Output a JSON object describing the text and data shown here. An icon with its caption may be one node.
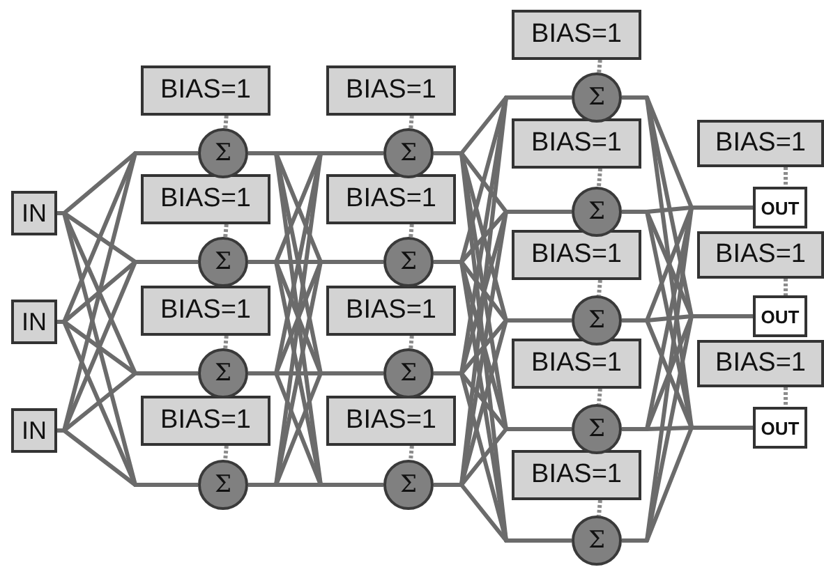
{
  "diagram": {
    "nodes": [
      {
        "text": [
          "IN"
        ]
      },
      {
        "text": [
          "IN"
        ]
      },
      {
        "text": [
          "IN"
        ]
      },
      {
        "text": [
          "BIAS=1"
        ]
      },
      {
        "text": [
          "BIAS=1"
        ]
      },
      {
        "text": [
          "BIAS=1"
        ]
      },
      {
        "text": [
          "BIAS=1"
        ]
      },
      {
        "text": [
          "Σ"
        ]
      },
      {
        "text": [
          "Σ"
        ]
      },
      {
        "text": [
          "Σ"
        ]
      },
      {
        "text": [
          "Σ"
        ]
      },
      {
        "text": [
          "BIAS=1"
        ]
      },
      {
        "text": [
          "BIAS=1"
        ]
      },
      {
        "text": [
          "BIAS=1"
        ]
      },
      {
        "text": [
          "BIAS=1"
        ]
      },
      {
        "text": [
          "Σ"
        ]
      },
      {
        "text": [
          "Σ"
        ]
      },
      {
        "text": [
          "Σ"
        ]
      },
      {
        "text": [
          "Σ"
        ]
      },
      {
        "text": [
          "BIAS=1"
        ]
      },
      {
        "text": [
          "BIAS=1"
        ]
      },
      {
        "text": [
          "BIAS=1"
        ]
      },
      {
        "text": [
          "BIAS=1"
        ]
      },
      {
        "text": [
          "BIAS=1"
        ]
      },
      {
        "text": [
          "Σ"
        ]
      },
      {
        "text": [
          "Σ"
        ]
      },
      {
        "text": [
          "Σ"
        ]
      },
      {
        "text": [
          "Σ"
        ]
      },
      {
        "text": [
          "Σ"
        ]
      },
      {
        "text": [
          "BIAS=1"
        ]
      },
      {
        "text": [
          "BIAS=1"
        ]
      },
      {
        "text": [
          "BIAS=1"
        ]
      },
      {
        "text": [
          "OUT"
        ]
      },
      {
        "text": [
          "OUT"
        ]
      },
      {
        "text": [
          "OUT"
        ]
      }
    ],
    "edges": [
      {
        "from": 0,
        "to": 7,
        "arrow": "none"
      },
      {
        "from": 0,
        "to": 8,
        "arrow": "none"
      },
      {
        "from": 0,
        "to": 9,
        "arrow": "none"
      },
      {
        "from": 0,
        "to": 10,
        "arrow": "none"
      },
      {
        "from": 1,
        "to": 7,
        "arrow": "none"
      },
      {
        "from": 1,
        "to": 8,
        "arrow": "none"
      },
      {
        "from": 1,
        "to": 9,
        "arrow": "none"
      },
      {
        "from": 1,
        "to": 10,
        "arrow": "none"
      },
      {
        "from": 2,
        "to": 7,
        "arrow": "none"
      },
      {
        "from": 2,
        "to": 8,
        "arrow": "none"
      },
      {
        "from": 2,
        "to": 9,
        "arrow": "none"
      },
      {
        "from": 2,
        "to": 10,
        "arrow": "none"
      },
      {
        "from": 3,
        "to": 7,
        "arrow": "none",
        "style": "dashed"
      },
      {
        "from": 4,
        "to": 8,
        "arrow": "none",
        "style": "dashed"
      },
      {
        "from": 5,
        "to": 9,
        "arrow": "none",
        "style": "dashed"
      },
      {
        "from": 6,
        "to": 10,
        "arrow": "none",
        "style": "dashed"
      },
      {
        "from": 7,
        "to": 15,
        "arrow": "none"
      },
      {
        "from": 7,
        "to": 16,
        "arrow": "none"
      },
      {
        "from": 7,
        "to": 17,
        "arrow": "none"
      },
      {
        "from": 7,
        "to": 18,
        "arrow": "none"
      },
      {
        "from": 8,
        "to": 15,
        "arrow": "none"
      },
      {
        "from": 8,
        "to": 16,
        "arrow": "none"
      },
      {
        "from": 8,
        "to": 17,
        "arrow": "none"
      },
      {
        "from": 8,
        "to": 18,
        "arrow": "none"
      },
      {
        "from": 9,
        "to": 15,
        "arrow": "none"
      },
      {
        "from": 9,
        "to": 16,
        "arrow": "none"
      },
      {
        "from": 9,
        "to": 17,
        "arrow": "none"
      },
      {
        "from": 9,
        "to": 18,
        "arrow": "none"
      },
      {
        "from": 10,
        "to": 15,
        "arrow": "none"
      },
      {
        "from": 10,
        "to": 16,
        "arrow": "none"
      },
      {
        "from": 10,
        "to": 17,
        "arrow": "none"
      },
      {
        "from": 10,
        "to": 18,
        "arrow": "none"
      },
      {
        "from": 11,
        "to": 15,
        "arrow": "none",
        "style": "dashed"
      },
      {
        "from": 12,
        "to": 16,
        "arrow": "none",
        "style": "dashed"
      },
      {
        "from": 13,
        "to": 17,
        "arrow": "none",
        "style": "dashed"
      },
      {
        "from": 14,
        "to": 18,
        "arrow": "none",
        "style": "dashed"
      },
      {
        "from": 15,
        "to": 24,
        "arrow": "none"
      },
      {
        "from": 15,
        "to": 25,
        "arrow": "none"
      },
      {
        "from": 15,
        "to": 26,
        "arrow": "none"
      },
      {
        "from": 15,
        "to": 27,
        "arrow": "none"
      },
      {
        "from": 15,
        "to": 28,
        "arrow": "none"
      },
      {
        "from": 16,
        "to": 24,
        "arrow": "none"
      },
      {
        "from": 16,
        "to": 25,
        "arrow": "none"
      },
      {
        "from": 16,
        "to": 26,
        "arrow": "none"
      },
      {
        "from": 16,
        "to": 27,
        "arrow": "none"
      },
      {
        "from": 16,
        "to": 28,
        "arrow": "none"
      },
      {
        "from": 17,
        "to": 24,
        "arrow": "none"
      },
      {
        "from": 17,
        "to": 25,
        "arrow": "none"
      },
      {
        "from": 17,
        "to": 26,
        "arrow": "none"
      },
      {
        "from": 17,
        "to": 27,
        "arrow": "none"
      },
      {
        "from": 17,
        "to": 28,
        "arrow": "none"
      },
      {
        "from": 18,
        "to": 24,
        "arrow": "none"
      },
      {
        "from": 18,
        "to": 25,
        "arrow": "none"
      },
      {
        "from": 18,
        "to": 26,
        "arrow": "none"
      },
      {
        "from": 18,
        "to": 27,
        "arrow": "none"
      },
      {
        "from": 18,
        "to": 28,
        "arrow": "none"
      },
      {
        "from": 19,
        "to": 24,
        "arrow": "none",
        "style": "dashed"
      },
      {
        "from": 20,
        "to": 25,
        "arrow": "none",
        "style": "dashed"
      },
      {
        "from": 21,
        "to": 26,
        "arrow": "none",
        "style": "dashed"
      },
      {
        "from": 22,
        "to": 27,
        "arrow": "none",
        "style": "dashed"
      },
      {
        "from": 23,
        "to": 28,
        "arrow": "none",
        "style": "dashed"
      },
      {
        "from": 24,
        "to": 32,
        "arrow": "none"
      },
      {
        "from": 24,
        "to": 33,
        "arrow": "none"
      },
      {
        "from": 24,
        "to": 34,
        "arrow": "none"
      },
      {
        "from": 25,
        "to": 32,
        "arrow": "none"
      },
      {
        "from": 25,
        "to": 33,
        "arrow": "none"
      },
      {
        "from": 25,
        "to": 34,
        "arrow": "none"
      },
      {
        "from": 26,
        "to": 32,
        "arrow": "none"
      },
      {
        "from": 26,
        "to": 33,
        "arrow": "none"
      },
      {
        "from": 26,
        "to": 34,
        "arrow": "none"
      },
      {
        "from": 27,
        "to": 32,
        "arrow": "none"
      },
      {
        "from": 27,
        "to": 33,
        "arrow": "none"
      },
      {
        "from": 27,
        "to": 34,
        "arrow": "none"
      },
      {
        "from": 28,
        "to": 32,
        "arrow": "none"
      },
      {
        "from": 28,
        "to": 33,
        "arrow": "none"
      },
      {
        "from": 28,
        "to": 34,
        "arrow": "none"
      },
      {
        "from": 29,
        "to": 32,
        "arrow": "none",
        "style": "dashed"
      },
      {
        "from": 30,
        "to": 33,
        "arrow": "none",
        "style": "dashed"
      },
      {
        "from": 31,
        "to": 34,
        "arrow": "none",
        "style": "dashed"
      }
    ]
  }
}
